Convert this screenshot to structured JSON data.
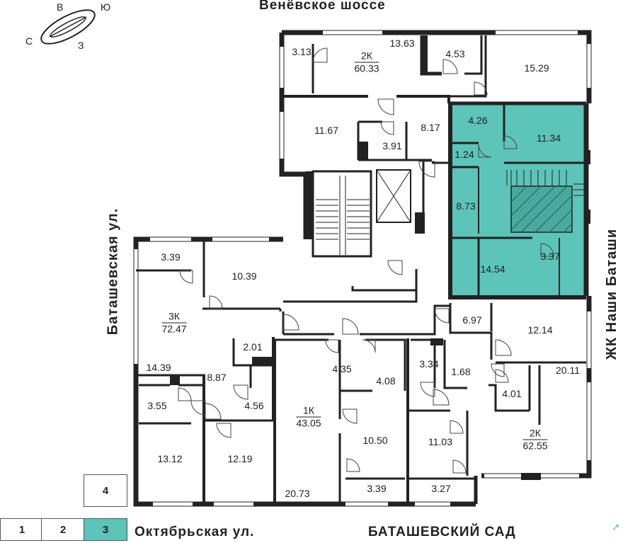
{
  "streets": {
    "top": "Венёвское шоссе",
    "left": "Баташевская ул.",
    "right": "ЖК Наши Баташи",
    "bottom_left": "Октябрьская ул.",
    "bottom_right": "БАТАШЕВСКИЙ САД"
  },
  "compass": {
    "north": "С",
    "east": "В",
    "south": "Ю",
    "west": "З"
  },
  "floors": {
    "items": [
      {
        "label": "1",
        "active": false
      },
      {
        "label": "2",
        "active": false
      },
      {
        "label": "3",
        "active": true
      },
      {
        "label": "4",
        "active": false
      }
    ]
  },
  "apartments": [
    {
      "code": "2К",
      "area": "60.33"
    },
    {
      "code": "3К",
      "area": "72.47"
    },
    {
      "code": "1К",
      "area": "43.05"
    },
    {
      "code": "2К",
      "area": "62.55"
    }
  ],
  "rooms": [
    "3.13",
    "13.63",
    "4.53",
    "15.29",
    "11.67",
    "3.91",
    "8.17",
    "4.26",
    "11.34",
    "1.24",
    "8.73",
    "14.54",
    "3.37",
    "3.39",
    "10.39",
    "6.97",
    "12.14",
    "2.01",
    "20.11",
    "14.39",
    "8.87",
    "4.35",
    "4.08",
    "3.34",
    "1.68",
    "4.01",
    "3.55",
    "4.56",
    "10.50",
    "11.03",
    "13.12",
    "12.19",
    "20.73",
    "3.39",
    "3.27"
  ],
  "colors": {
    "highlight": "#5cc4b9",
    "wall": "#222222",
    "hatch": "#2a7f77"
  }
}
